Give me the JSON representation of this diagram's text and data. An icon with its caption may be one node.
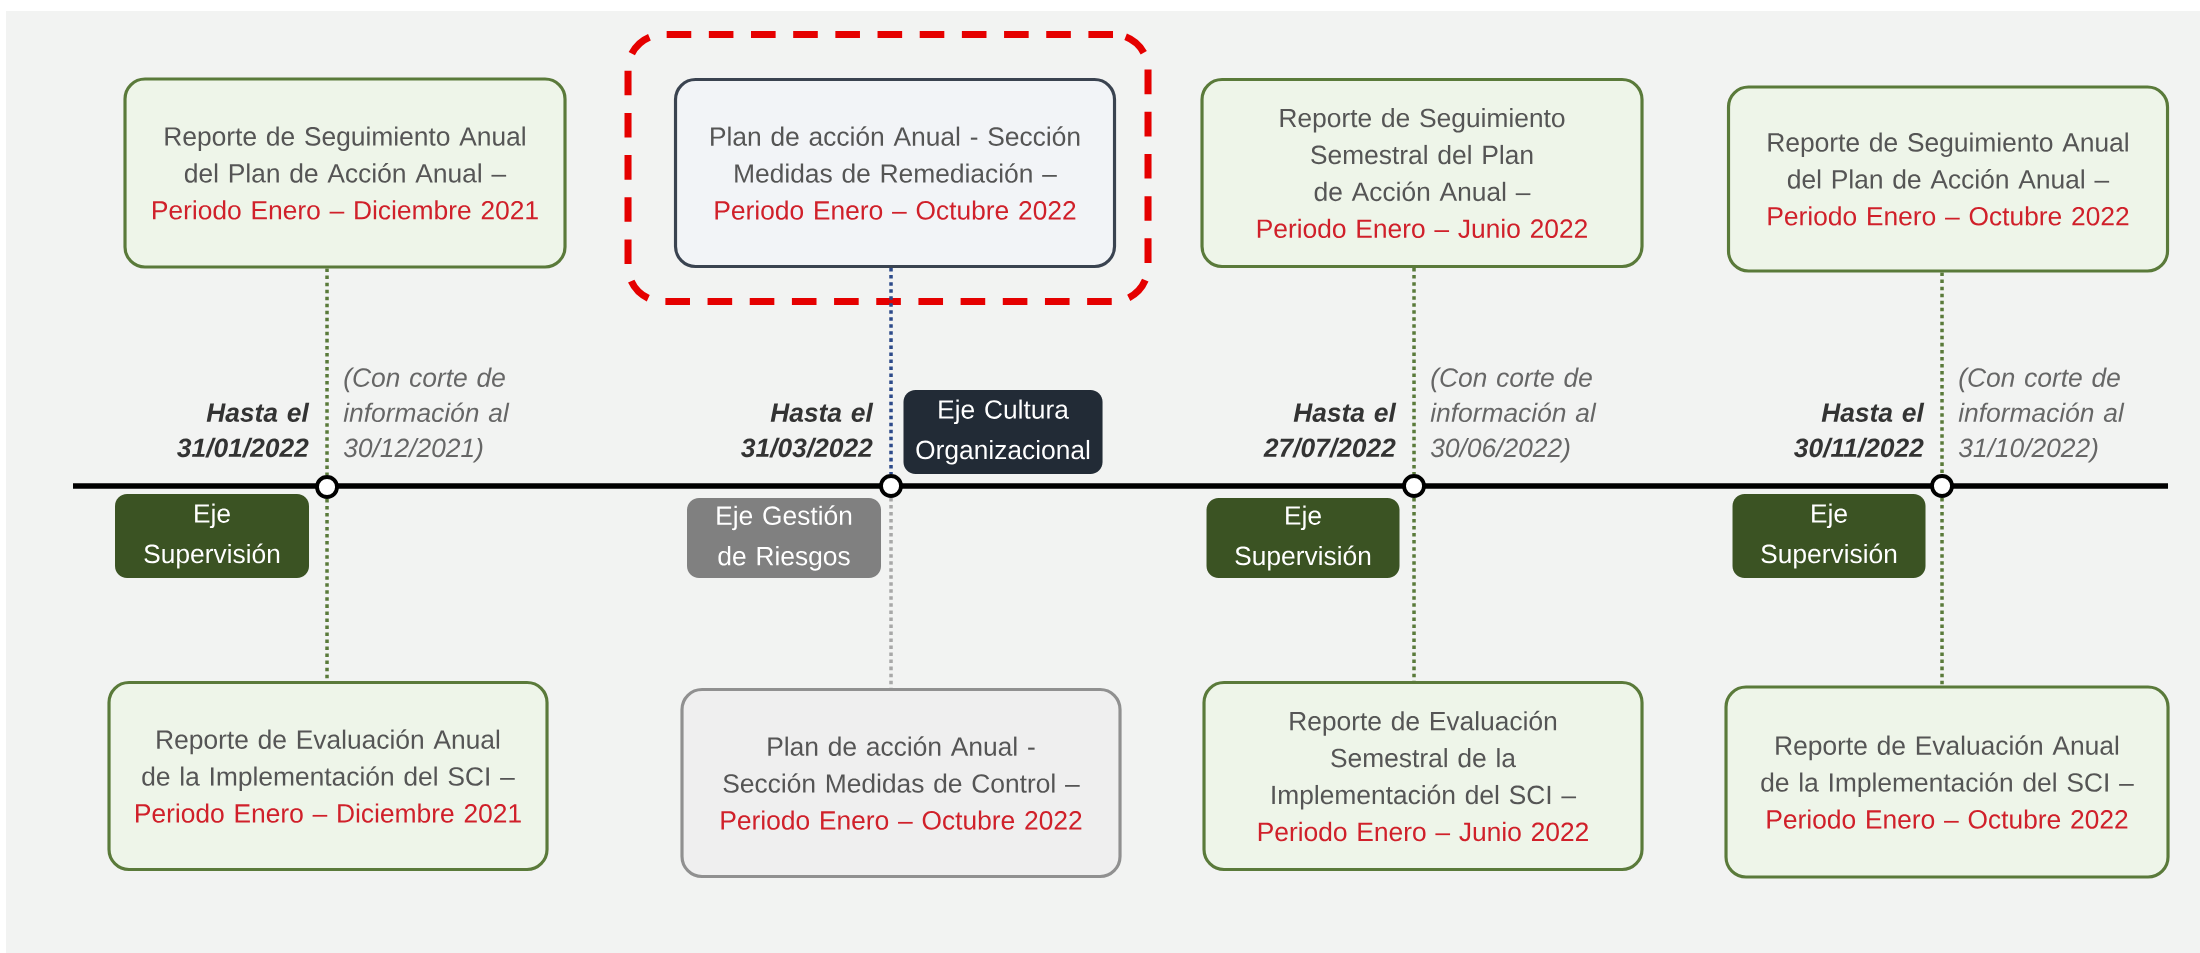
{
  "diagram": {
    "nodes": [
      {
        "text": [
          "Reporte de Seguimiento Anual del Plan de Acción Anual –",
          "Periodo Enero – Diciembre 2021"
        ]
      },
      {
        "text": [],
        "shape": "box"
      },
      {
        "text": [
          "Plan de acción Anual - Sección Medidas de Remediación –",
          "Periodo Enero – Octubre 2022"
        ],
        "in": 1
      },
      {
        "text": [
          "Reporte de Seguimiento Semestral del Plan de Acción Anual –",
          "Periodo Enero – Junio 2022"
        ]
      },
      {
        "text": [
          "Reporte de Seguimiento Anual del Plan de Acción Anual –",
          "Periodo Enero – Octubre 2022"
        ]
      },
      {
        "text": [],
        "shape": "circle",
        "beside": [
          "Hasta el 31/01/2022",
          "(Con corte de información al 30/12/2021)"
        ]
      },
      {
        "text": [],
        "shape": "circle",
        "beside": [
          "Hasta el 31/03/2022"
        ]
      },
      {
        "text": [],
        "shape": "circle",
        "beside": [
          "Hasta el 27/07/2022",
          "(Con corte de información al 30/06/2022)"
        ]
      },
      {
        "text": [],
        "shape": "circle",
        "beside": [
          "Hasta el 30/11/2022",
          "(Con corte de información al 31/10/2022)"
        ]
      },
      {
        "text": [
          "Eje Supervisión"
        ]
      },
      {
        "text": [
          "Eje Gestión de Riesgos"
        ]
      },
      {
        "text": [
          "Eje Cultura Organizacional"
        ]
      },
      {
        "text": [
          "Eje Supervisión"
        ]
      },
      {
        "text": [
          "Eje Supervisión"
        ]
      },
      {
        "text": [
          "Reporte de Evaluación Anual de la Implementación del SCI –",
          "Periodo Enero – Diciembre 2021"
        ]
      },
      {
        "text": [
          "Plan de acción Anual - Sección Medidas de Control –",
          "Periodo Enero – Octubre 2022"
        ]
      },
      {
        "text": [
          "Reporte de Evaluación Semestral de la Implementación del SCI –",
          "Periodo Enero – Junio 2022"
        ]
      },
      {
        "text": [
          "Reporte de Evaluación Anual de la Implementación del SCI –",
          "Periodo Enero – Octubre 2022"
        ]
      }
    ],
    "edges": [
      {
        "from": 0,
        "to": 5,
        "arrow": "none",
        "style": "dashed"
      },
      {
        "from": 5,
        "to": 14,
        "arrow": "none",
        "style": "dashed"
      },
      {
        "from": 2,
        "to": 6,
        "arrow": "none",
        "style": "dashed",
        "color": "#2d4a8a"
      },
      {
        "from": 6,
        "to": 15,
        "arrow": "none",
        "style": "dashed",
        "color": "#a8a8a8"
      },
      {
        "from": 3,
        "to": 7,
        "arrow": "none",
        "style": "dashed"
      },
      {
        "from": 7,
        "to": 16,
        "arrow": "none",
        "style": "dashed"
      },
      {
        "from": 4,
        "to": 8,
        "arrow": "none",
        "style": "dashed"
      },
      {
        "from": 8,
        "to": 17,
        "arrow": "none",
        "style": "dashed"
      }
    ]
  }
}
